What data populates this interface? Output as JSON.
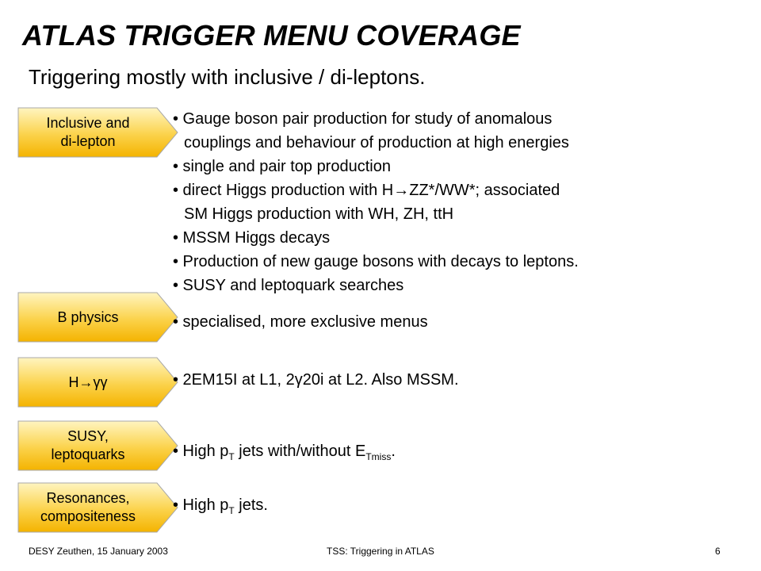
{
  "title": "ATLAS TRIGGER MENU COVERAGE",
  "subtitle": "Triggering mostly with inclusive / di-leptons.",
  "tags": {
    "inclusive": [
      "Inclusive and",
      "di-lepton"
    ],
    "bphysics": [
      "B physics"
    ],
    "hgg": {
      "h": "H",
      "arrow": "→",
      "gg": "γγ"
    },
    "susy": [
      "SUSY,",
      "leptoquarks"
    ],
    "resonances": [
      "Resonances,",
      "compositeness"
    ]
  },
  "bullets": {
    "inclusive": {
      "b1_line1": "• Gauge boson pair production for study of anomalous",
      "b1_line2": "couplings and behaviour of production at high energies",
      "b2": "• single and pair top production",
      "b3_pre": "• direct Higgs production with H",
      "b3_arrow": "→",
      "b3_post": "ZZ*/WW*; associated",
      "b3_line2": "SM Higgs production with WH, ZH, ttH",
      "b4": "• MSSM Higgs decays",
      "b5": "• Production of new gauge bosons with decays to leptons.",
      "b6": "• SUSY and leptoquark searches"
    },
    "bphysics": "• specialised, more exclusive menus",
    "hgg": "• 2EM15I at L1, 2γ20i at L2. Also MSSM.",
    "susy": {
      "pre": "• High p",
      "sub1": "T",
      "mid": " jets with/without E",
      "sub2": "Tmiss",
      "post": "."
    },
    "resonances": {
      "pre": "• High p",
      "sub1": "T",
      "post": " jets."
    }
  },
  "footer": {
    "left": "DESY Zeuthen, 15 January 2003",
    "center": "TSS: Triggering in ATLAS",
    "page": "6"
  },
  "colors": {
    "tag_top": "#fff4b8",
    "tag_bottom": "#f5b800",
    "tag_border": "#999999"
  }
}
